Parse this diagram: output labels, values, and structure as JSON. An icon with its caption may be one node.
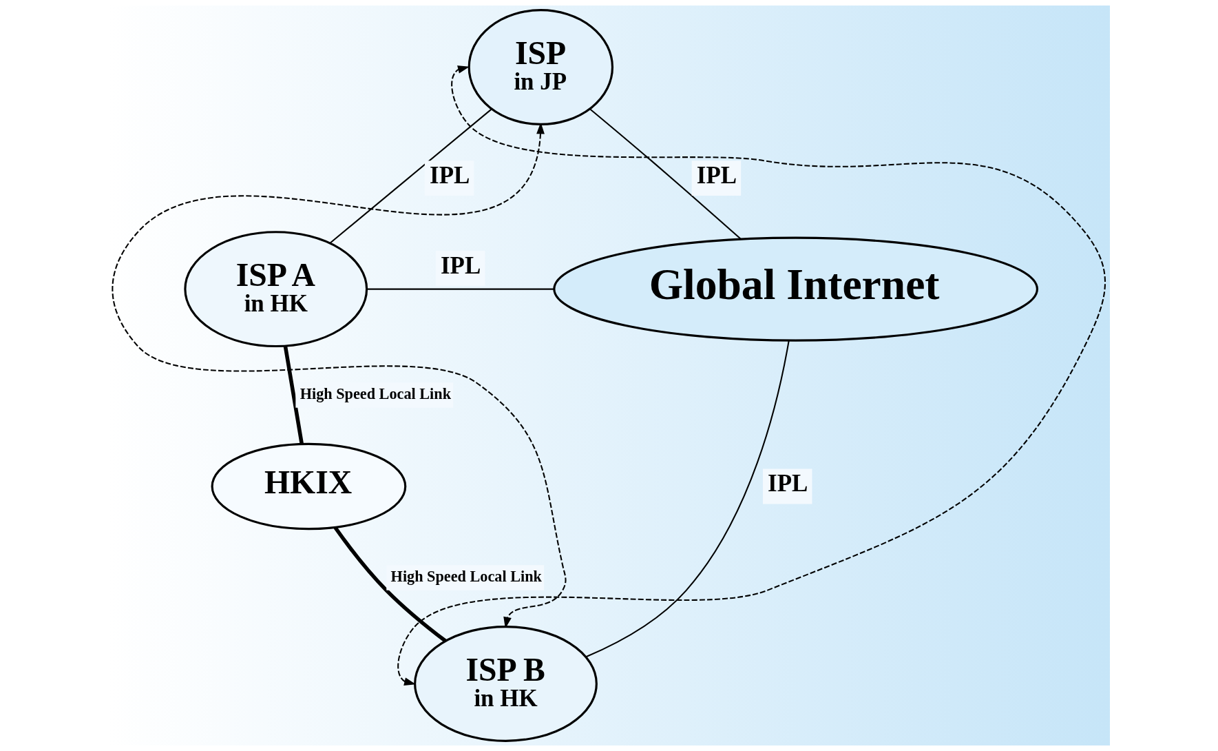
{
  "diagram": {
    "nodes": [
      {
        "text": [
          "ISP",
          "in JP"
        ]
      },
      {
        "text": [
          "ISP A",
          "in HK"
        ]
      },
      {
        "text": [
          "Global Internet"
        ]
      },
      {
        "text": [
          "HKIX"
        ]
      },
      {
        "text": [
          "ISP B",
          "in HK"
        ]
      }
    ],
    "edges": [
      {
        "from": 1,
        "to": 0,
        "arrow": "none",
        "label": "IPL"
      },
      {
        "from": 0,
        "to": 2,
        "arrow": "none",
        "label": "IPL"
      },
      {
        "from": 1,
        "to": 2,
        "arrow": "none",
        "label": "IPL"
      },
      {
        "from": 1,
        "to": 3,
        "arrow": "none",
        "label": "High Speed Local Link",
        "style": "thick"
      },
      {
        "from": 3,
        "to": 4,
        "arrow": "none",
        "label": "High Speed Local Link",
        "style": "thick"
      },
      {
        "from": 2,
        "to": 4,
        "arrow": "none",
        "label": "IPL"
      },
      {
        "from": 4,
        "to": 0,
        "arrow": "both",
        "style": "dashed"
      },
      {
        "from": 0,
        "to": 4,
        "arrow": "both",
        "style": "dashed"
      }
    ]
  }
}
